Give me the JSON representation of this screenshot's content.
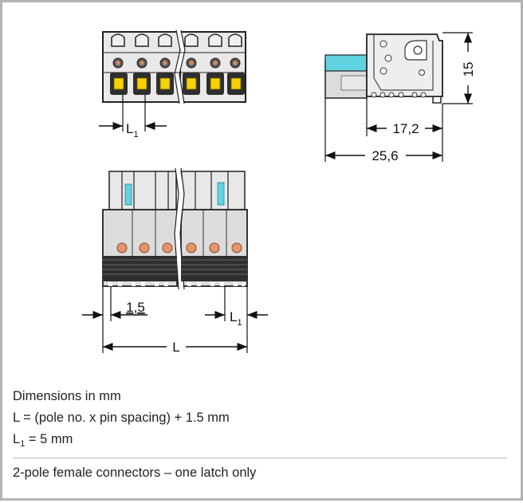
{
  "dimensions": {
    "l1_main": "L",
    "l1_sub": "1",
    "side_height": "15",
    "side_inner_width": "17,2",
    "side_total_width": "25,6",
    "offset": "1,5",
    "l1b_main": "L",
    "l1b_sub": "1",
    "total_length": "L"
  },
  "notes": {
    "units": "Dimensions in mm",
    "formula": "L = (pole no. x pin spacing) + 1.5 mm",
    "l1_main": "L",
    "l1_sub": "1",
    "l1_value": " = 5 mm",
    "description": "2-pole female connectors – one latch only"
  },
  "colors": {
    "body_gray": "#d9d9d9",
    "dark_gray": "#3b3b3b",
    "latch_cyan": "#61d3e0",
    "contact_yellow": "#f7d200",
    "contact_copper": "#e4956a"
  }
}
